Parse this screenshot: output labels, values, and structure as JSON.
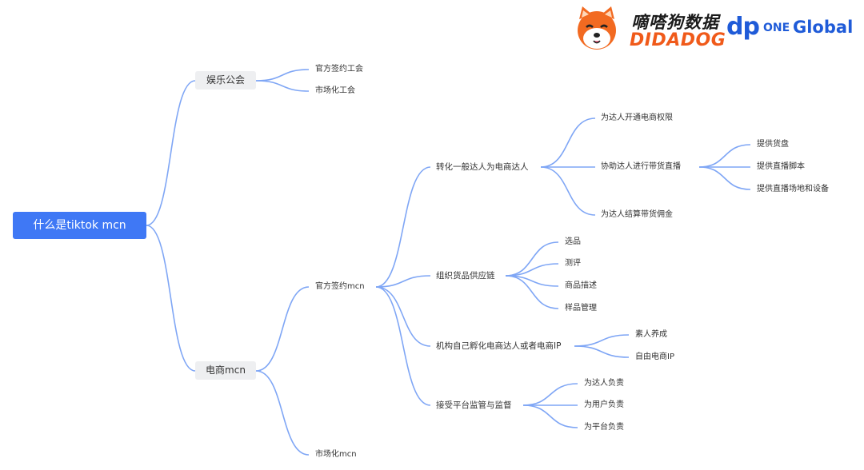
{
  "logo": {
    "brand_cn": "嘀嗒狗数据",
    "brand_en": "DIDADOG",
    "partner_dp": "dp",
    "partner_one": "ONE",
    "partner_global": "Global"
  },
  "mindmap": {
    "root": "什么是tiktok  mcn",
    "branches": [
      {
        "label": "娱乐公会",
        "children": [
          "官方签约工会",
          "市场化工会"
        ]
      },
      {
        "label": "电商mcn",
        "children": [
          {
            "label": "官方签约mcn",
            "children": [
              {
                "label": "转化一般达人为电商达人",
                "children": [
                  "为达人开通电商权限",
                  "协助达人进行带货直播",
                  "为达人结算带货佣金"
                ],
                "grandchildren": [
                  "提供货盘",
                  "提供直播脚本",
                  "提供直播场地和设备"
                ]
              },
              {
                "label": "组织货品供应链",
                "children": [
                  "选品",
                  "测评",
                  "商品描述",
                  "样品管理"
                ]
              },
              {
                "label": "机构自己孵化电商达人或者电商IP",
                "children": [
                  "素人养成",
                  "自由电商IP"
                ]
              },
              {
                "label": "接受平台监管与监督",
                "children": [
                  "为达人负责",
                  "为用户负责",
                  "为平台负责"
                ]
              }
            ]
          },
          {
            "label": "市场化mcn"
          }
        ]
      }
    ]
  },
  "colors": {
    "root_fill": "#3f78f5",
    "link": "#7fa6f5",
    "box_fill": "#eeeff1",
    "brand_orange": "#f05a1a",
    "brand_blue": "#1f5bd8"
  }
}
